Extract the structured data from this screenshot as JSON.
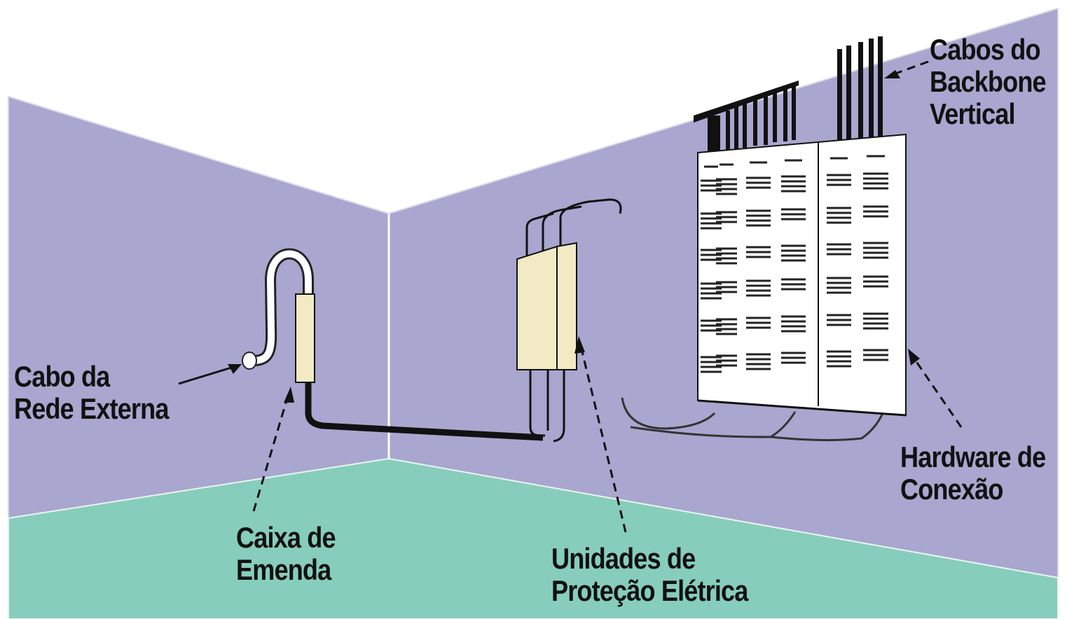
{
  "colors": {
    "wall": "#a9a6cf",
    "floor": "#87cdbb",
    "box": "#f2eac4",
    "panel": "#ffffff",
    "ink": "#111111",
    "background": "#ffffff"
  },
  "labels": {
    "external_cable": {
      "line1": "Cabo da",
      "line2": "Rede Externa"
    },
    "splice_box": {
      "line1": "Caixa de",
      "line2": "Emenda"
    },
    "protection_units": {
      "line1": "Unidades de",
      "line2": "Proteção Elétrica"
    },
    "connection_hardware": {
      "line1": "Hardware de",
      "line2": "Conexão"
    },
    "backbone_cables": {
      "line1": "Cabos do",
      "line2": "Backbone",
      "line3": "Vertical"
    }
  }
}
